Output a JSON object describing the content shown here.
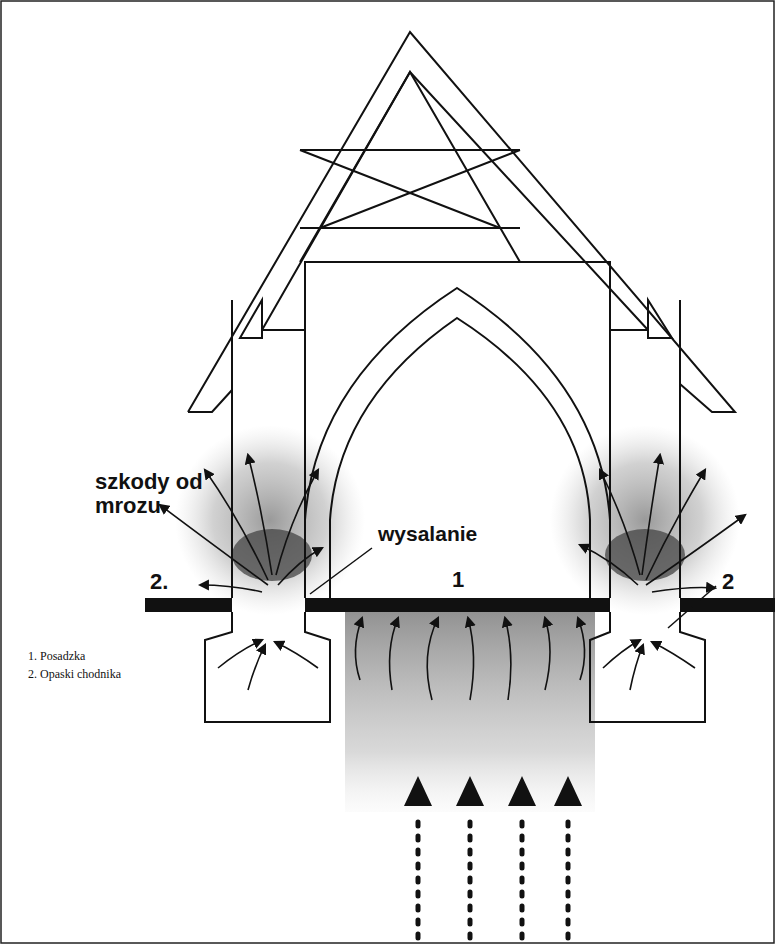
{
  "diagram": {
    "labels": [
      "szkody od mrozu",
      "wysalanie",
      "1",
      "2.",
      "2",
      "1. Posadzka",
      "2. Opaski chodnika"
    ]
  }
}
